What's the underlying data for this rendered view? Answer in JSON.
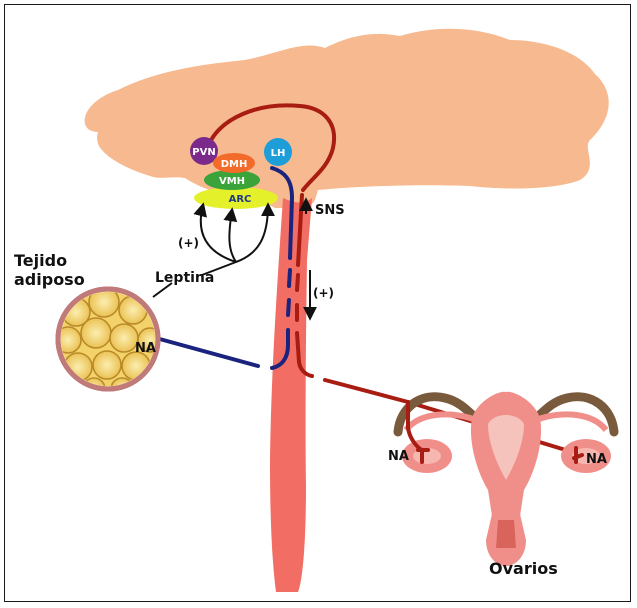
{
  "labels": {
    "pvn": "PVN",
    "dmh": "DMH",
    "lh": "LH",
    "vmh": "VMH",
    "arc": "ARC",
    "sns": "SNS",
    "plus_left": "(+)",
    "plus_right": "(+)",
    "tejido_line1": "Tejido",
    "tejido_line2": "adiposo",
    "leptina": "Leptina",
    "na_adipose": "NA",
    "na_left_ovary": "NA",
    "na_right_ovary": "NA",
    "ovarios": "Ovarios"
  },
  "colors": {
    "brain": "#f7b98f",
    "spinal_cord": "#f26d63",
    "sympathetic_red": "#a81c12",
    "blue_nerve": "#1a237e",
    "pvn": "#7b2a8c",
    "dmh": "#f26b2a",
    "lh": "#1e9ed8",
    "vmh": "#3aa33a",
    "arc": "#e4f02a",
    "adipose_ring": "#c07a7a",
    "fat_cells": "#f5d878",
    "uterus": "#f08f8a",
    "ovary_tube": "#7a5a3c"
  },
  "icons": {
    "brain": "brain-illustration",
    "adipose": "adipose-tissue-illustration",
    "uterus": "uterus-ovaries-illustration"
  }
}
